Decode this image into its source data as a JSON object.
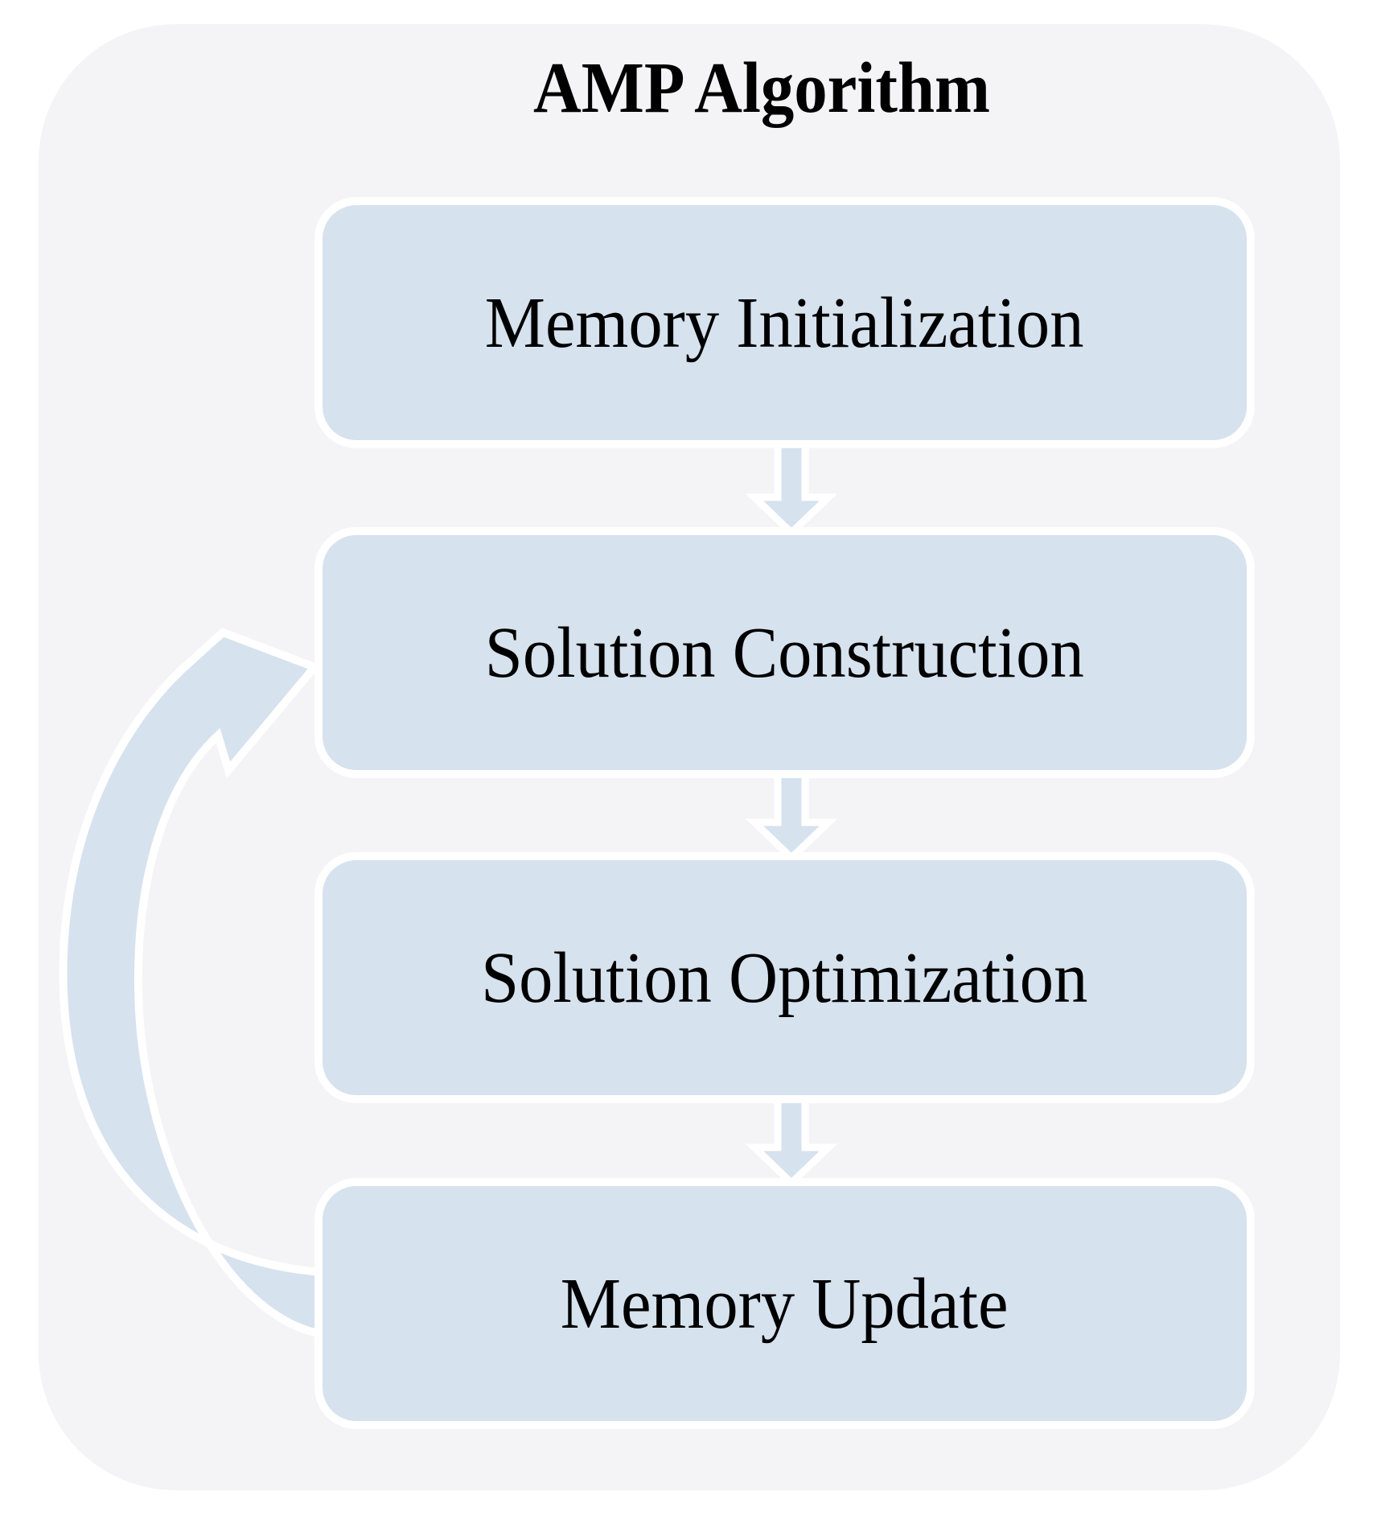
{
  "title": "AMP Algorithm",
  "steps": [
    {
      "id": "memory-initialization",
      "label": "Memory Initialization"
    },
    {
      "id": "solution-construction",
      "label": "Solution Construction"
    },
    {
      "id": "solution-optimization",
      "label": "Solution Optimization"
    },
    {
      "id": "memory-update",
      "label": "Memory Update"
    }
  ],
  "flow": {
    "sequence_arrows": [
      {
        "from": "Memory Initialization",
        "to": "Solution Construction"
      },
      {
        "from": "Solution Construction",
        "to": "Solution Optimization"
      },
      {
        "from": "Solution Optimization",
        "to": "Memory Update"
      }
    ],
    "loop_arrow": {
      "from": "Memory Update",
      "to": "Solution Construction"
    }
  },
  "colors": {
    "page_background": "#ffffff",
    "panel_background": "#f4f4f6",
    "box_fill": "#d6e2ee",
    "arrow_fill": "#d6e2ee",
    "outline_white": "#ffffff",
    "text": "#000000"
  }
}
